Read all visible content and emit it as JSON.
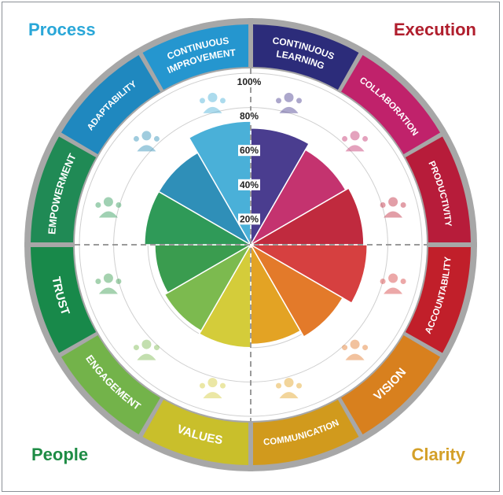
{
  "corners": {
    "process": "Process",
    "execution": "Execution",
    "people": "People",
    "clarity": "Clarity"
  },
  "scale": {
    "ticks": [
      "20%",
      "40%",
      "60%",
      "80%",
      "100%"
    ]
  },
  "segments": [
    {
      "id": "continuous-learning",
      "lines": [
        "CONTINUOUS",
        "LEARNING"
      ],
      "color": "#2c2c7a",
      "fill": "#4a3d8f",
      "value": 0.68,
      "icon": "certificate-icon"
    },
    {
      "id": "collaboration",
      "lines": [
        "COLLABORATION"
      ],
      "color": "#c0226b",
      "fill": "#c4336f",
      "value": 0.64,
      "icon": "team-hierarchy-icon"
    },
    {
      "id": "productivity",
      "lines": [
        "PRODUCTIVITY"
      ],
      "color": "#b71c3a",
      "fill": "#c02a3e",
      "value": 0.66,
      "icon": "strategy-play-icon"
    },
    {
      "id": "accountability",
      "lines": [
        "ACCOUNTABILITY"
      ],
      "color": "#c11f2a",
      "fill": "#d64040",
      "value": 0.68,
      "icon": "deadline-runner-icon"
    },
    {
      "id": "vision",
      "lines": [
        "VISION"
      ],
      "color": "#d8801e",
      "fill": "#e37a2a",
      "value": 0.62,
      "icon": "signpost-icon"
    },
    {
      "id": "communication",
      "lines": [
        "COMMUNICATION"
      ],
      "color": "#d19a1d",
      "fill": "#e3a324",
      "value": 0.58,
      "icon": "meeting-icon"
    },
    {
      "id": "values",
      "lines": [
        "VALUES"
      ],
      "color": "#c9bf2b",
      "fill": "#d4cc3a",
      "value": 0.6,
      "icon": "shield-icon"
    },
    {
      "id": "engagement",
      "lines": [
        "ENGAGEMENT"
      ],
      "color": "#73b34a",
      "fill": "#7cba4f",
      "value": 0.58,
      "icon": "raised-hands-icon"
    },
    {
      "id": "trust",
      "lines": [
        "TRUST"
      ],
      "color": "#18894a",
      "fill": "#3a9c4f",
      "value": 0.56,
      "icon": "handshake-icon"
    },
    {
      "id": "empowerment",
      "lines": [
        "EMPOWERMENT"
      ],
      "color": "#208a55",
      "fill": "#2f9a58",
      "value": 0.62,
      "icon": "stairs-trophy-icon"
    },
    {
      "id": "adaptability",
      "lines": [
        "ADAPTABILITY"
      ],
      "color": "#1f88bf",
      "fill": "#2f8fb8",
      "value": 0.62,
      "icon": "lightbulb-icon"
    },
    {
      "id": "continuous-improvement",
      "lines": [
        "CONTINUOUS",
        "IMPROVEMENT"
      ],
      "color": "#2596cf",
      "fill": "#4ab0d8",
      "value": 0.72,
      "icon": "target-success-icon"
    }
  ]
}
